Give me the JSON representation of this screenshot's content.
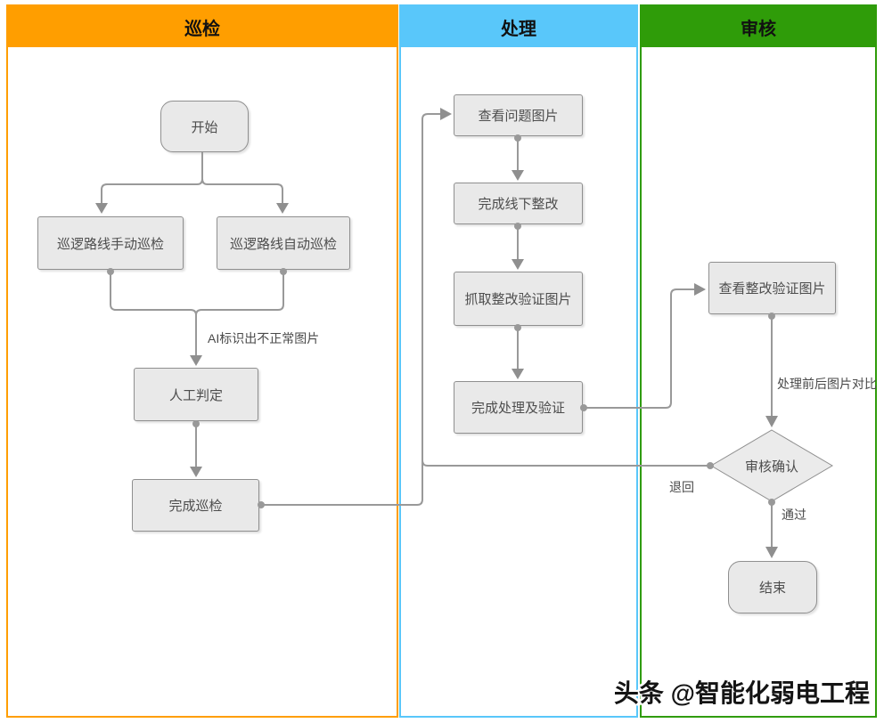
{
  "lanes": [
    {
      "id": "inspection",
      "label": "巡检",
      "color": "#FF9E00"
    },
    {
      "id": "process",
      "label": "处理",
      "color": "#59C7FA"
    },
    {
      "id": "review",
      "label": "审核",
      "color": "#2F9C09"
    }
  ],
  "nodes": {
    "start": {
      "label": "开始",
      "type": "terminal",
      "lane": "inspection"
    },
    "manual_patrol": {
      "label": "巡逻路线手动巡检",
      "type": "process",
      "lane": "inspection"
    },
    "auto_patrol": {
      "label": "巡逻路线自动巡检",
      "type": "process",
      "lane": "inspection"
    },
    "manual_judge": {
      "label": "人工判定",
      "type": "process",
      "lane": "inspection"
    },
    "complete_inspection": {
      "label": "完成巡检",
      "type": "process",
      "lane": "inspection"
    },
    "view_problem": {
      "label": "查看问题图片",
      "type": "process",
      "lane": "process"
    },
    "offline_fix": {
      "label": "完成线下整改",
      "type": "process",
      "lane": "process"
    },
    "capture_verify": {
      "label": "抓取整改验证图片",
      "type": "process",
      "lane": "process"
    },
    "complete_process": {
      "label": "完成处理及验证",
      "type": "process",
      "lane": "process"
    },
    "view_verify": {
      "label": "查看整改验证图片",
      "type": "process",
      "lane": "review"
    },
    "decision": {
      "label": "审核确认",
      "type": "decision",
      "lane": "review"
    },
    "end": {
      "label": "结束",
      "type": "terminal",
      "lane": "review"
    }
  },
  "edges": [
    {
      "from": "start",
      "to": "manual_patrol",
      "label": ""
    },
    {
      "from": "start",
      "to": "auto_patrol",
      "label": ""
    },
    {
      "from": "manual_patrol",
      "to": "manual_judge",
      "label": "AI标识出不正常图片"
    },
    {
      "from": "auto_patrol",
      "to": "manual_judge",
      "label": ""
    },
    {
      "from": "manual_judge",
      "to": "complete_inspection",
      "label": ""
    },
    {
      "from": "complete_inspection",
      "to": "view_problem",
      "label": ""
    },
    {
      "from": "view_problem",
      "to": "offline_fix",
      "label": ""
    },
    {
      "from": "offline_fix",
      "to": "capture_verify",
      "label": ""
    },
    {
      "from": "capture_verify",
      "to": "complete_process",
      "label": ""
    },
    {
      "from": "complete_process",
      "to": "view_verify",
      "label": ""
    },
    {
      "from": "view_verify",
      "to": "decision",
      "label": "处理前后图片对比"
    },
    {
      "from": "decision",
      "to": "view_problem",
      "label": "退回"
    },
    {
      "from": "decision",
      "to": "end",
      "label": "通过"
    }
  ],
  "watermark": {
    "text": "头条 @智能化弱电工程"
  },
  "colors": {
    "lane_inspection": "#FF9E00",
    "lane_process": "#59C7FA",
    "lane_review": "#2F9C09",
    "node_fill": "#E9E9E9",
    "node_border": "#8F8F8F",
    "connector": "#999999",
    "node_text": "#4D4D4D",
    "header_text": "#111111"
  }
}
